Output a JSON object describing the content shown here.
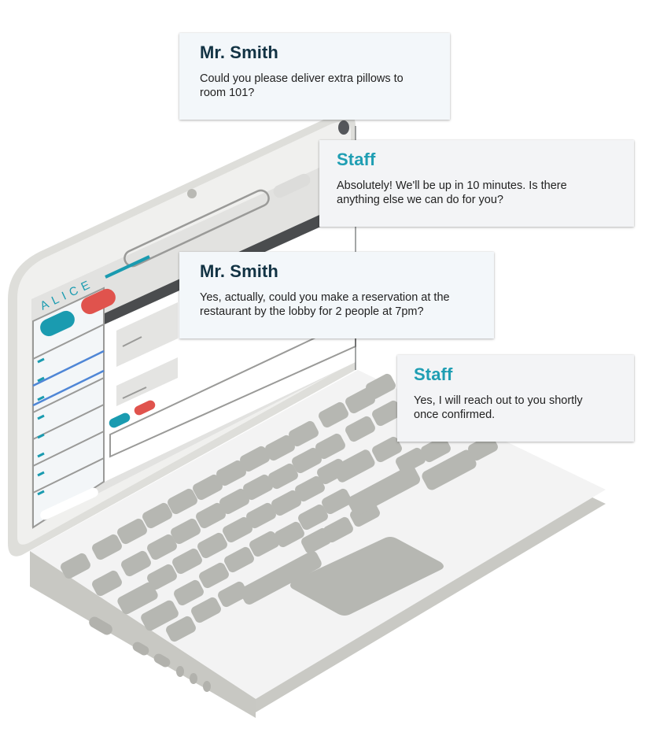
{
  "colors": {
    "guest_name": "#123344",
    "staff_name": "#1f9eb3",
    "teal_accent": "#1a9bb0",
    "red_accent": "#e0534d",
    "key_gray": "#b6b7b2",
    "laptop_body": "#f2f2f2"
  },
  "laptop_screen": {
    "app_logo": "ALICE"
  },
  "conversation": {
    "messages": [
      {
        "sender": "Mr. Smith",
        "role": "guest",
        "text": "Could you please deliver extra pillows to room 101?"
      },
      {
        "sender": "Staff",
        "role": "staff",
        "text": "Absolutely! We'll be up in 10 minutes. Is there anything else we can do for you?"
      },
      {
        "sender": "Mr. Smith",
        "role": "guest",
        "text": "Yes, actually, could you make a reservation at the restaurant by the lobby for 2 people at 7pm?"
      },
      {
        "sender": "Staff",
        "role": "staff",
        "text": "Yes, I will reach out to you shortly once confirmed."
      }
    ]
  }
}
